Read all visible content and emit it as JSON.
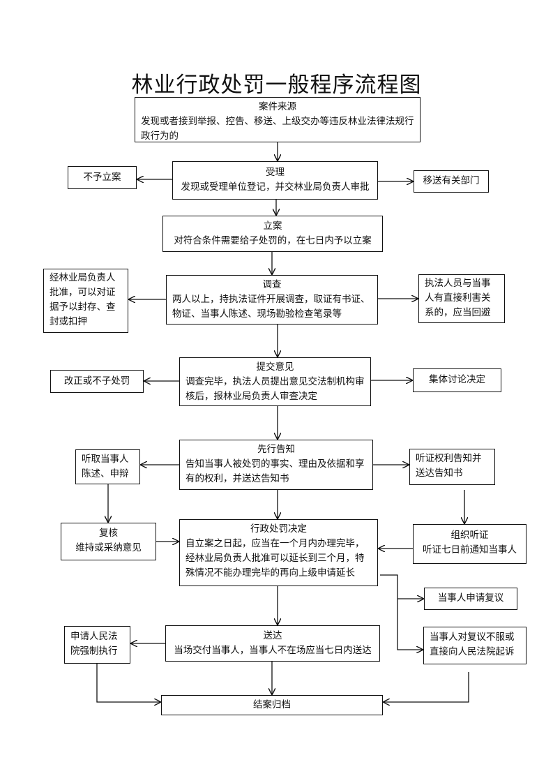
{
  "title": "林业行政处罚一般程序流程图",
  "nodes": {
    "source": {
      "heading": "案件来源",
      "body": "发现或者接到举报、控告、移送、上级交办等违反林业法律法规行政行为的"
    },
    "no_case": {
      "text": "不予立案"
    },
    "accept": {
      "heading": "受理",
      "body": "发现或受理单位登记，并交林业局负责人审批"
    },
    "transfer": {
      "text": "移送有关部门"
    },
    "register": {
      "heading": "立案",
      "body": "对符合条件需要给子处罚的，在七日内予以立案"
    },
    "seal": {
      "text": "经林业局负责人批准，可以对证据予以封存、查封或扣押"
    },
    "investigate": {
      "heading": "调查",
      "body": "两人以上，持执法证件开展调查，取证有书证、物证、当事人陈述、现场勘验检查笔录等"
    },
    "avoid": {
      "text": "执法人员与当事人有直接利害关系的，应当回避"
    },
    "correct": {
      "text": "改正或不子处罚"
    },
    "opinion": {
      "heading": "提交意见",
      "body": "调查完毕，执法人员提出意见交法制机构审核后，报林业局负责人审查决定"
    },
    "collective": {
      "text": "集体讨论决定"
    },
    "listen": {
      "text": "听取当事人陈述、申辩"
    },
    "notify": {
      "heading": "先行告知",
      "body": "告知当事人被处罚的事实、理由及依据和享有的权利，并送达告知书"
    },
    "hearing_notice": {
      "text": "听证权利告知并送达告知书"
    },
    "review": {
      "heading": "复核",
      "body": "维持或采纳意见"
    },
    "decision": {
      "heading": "行政处罚决定",
      "body": "自立案之日起，应当在一个月内办理完毕，经林业局负责人批准可以延长到三个月，特殊情况不能办理完毕的再向上级申请延长"
    },
    "hearing": {
      "heading": "组织听证",
      "body": "听证七日前通知当事人"
    },
    "reconsider": {
      "text": "当事人申请复议"
    },
    "sue": {
      "text": "当事人对复议不服或直接向人民法院起诉"
    },
    "court": {
      "text": "申请人民法院强制执行"
    },
    "deliver": {
      "heading": "送达",
      "body": "当场交付当事人，当事人不在场应当七日内送达"
    },
    "archive": {
      "text": "结案归档"
    }
  }
}
